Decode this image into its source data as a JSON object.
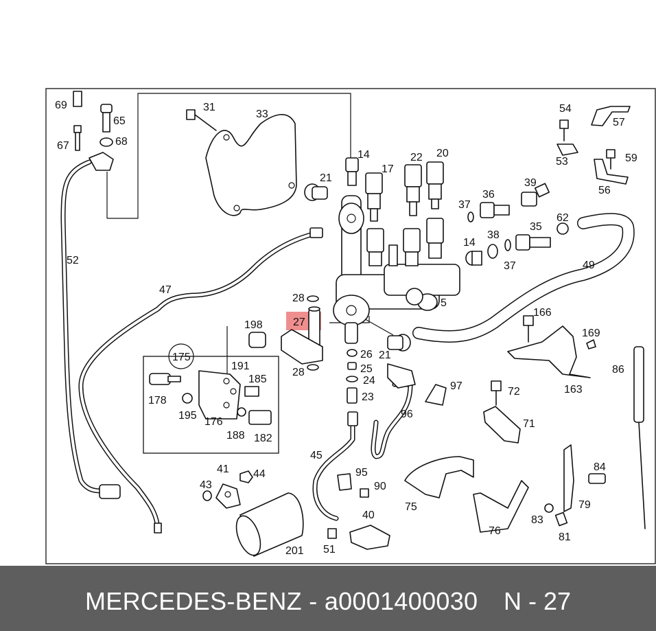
{
  "diagram": {
    "highlight_color": "#ef8e8e",
    "highlighted_part": "27",
    "labels": [
      {
        "id": "l69",
        "text": "69"
      },
      {
        "id": "l65",
        "text": "65"
      },
      {
        "id": "l67",
        "text": "67"
      },
      {
        "id": "l68",
        "text": "68"
      },
      {
        "id": "l31",
        "text": "31"
      },
      {
        "id": "l33",
        "text": "33"
      },
      {
        "id": "l14a",
        "text": "14"
      },
      {
        "id": "l21a",
        "text": "21"
      },
      {
        "id": "l17",
        "text": "17"
      },
      {
        "id": "l22",
        "text": "22"
      },
      {
        "id": "l20",
        "text": "20"
      },
      {
        "id": "l54",
        "text": "54"
      },
      {
        "id": "l57",
        "text": "57"
      },
      {
        "id": "l53",
        "text": "53"
      },
      {
        "id": "l59",
        "text": "59"
      },
      {
        "id": "l56",
        "text": "56"
      },
      {
        "id": "l36",
        "text": "36"
      },
      {
        "id": "l39",
        "text": "39"
      },
      {
        "id": "l37a",
        "text": "37"
      },
      {
        "id": "l62",
        "text": "62"
      },
      {
        "id": "l52",
        "text": "52"
      },
      {
        "id": "l14b",
        "text": "14"
      },
      {
        "id": "l38",
        "text": "38"
      },
      {
        "id": "l35",
        "text": "35"
      },
      {
        "id": "l37b",
        "text": "37"
      },
      {
        "id": "l49",
        "text": "49"
      },
      {
        "id": "l47",
        "text": "47"
      },
      {
        "id": "l28a",
        "text": "28"
      },
      {
        "id": "l5",
        "text": "5"
      },
      {
        "id": "l27",
        "text": "27"
      },
      {
        "id": "l198",
        "text": "198"
      },
      {
        "id": "l166",
        "text": "166"
      },
      {
        "id": "l169",
        "text": "169"
      },
      {
        "id": "l21b",
        "text": "21"
      },
      {
        "id": "l26",
        "text": "26"
      },
      {
        "id": "l175",
        "text": "175"
      },
      {
        "id": "l191",
        "text": "191"
      },
      {
        "id": "l25",
        "text": "25"
      },
      {
        "id": "l28b",
        "text": "28"
      },
      {
        "id": "l185",
        "text": "185"
      },
      {
        "id": "l24",
        "text": "24"
      },
      {
        "id": "l86",
        "text": "86"
      },
      {
        "id": "l178",
        "text": "178"
      },
      {
        "id": "l97",
        "text": "97"
      },
      {
        "id": "l163",
        "text": "163"
      },
      {
        "id": "l23",
        "text": "23"
      },
      {
        "id": "l72",
        "text": "72"
      },
      {
        "id": "l195",
        "text": "195"
      },
      {
        "id": "l176",
        "text": "176"
      },
      {
        "id": "l96",
        "text": "96"
      },
      {
        "id": "l71",
        "text": "71"
      },
      {
        "id": "l188",
        "text": "188"
      },
      {
        "id": "l182",
        "text": "182"
      },
      {
        "id": "l45",
        "text": "45"
      },
      {
        "id": "l84",
        "text": "84"
      },
      {
        "id": "l41",
        "text": "41"
      },
      {
        "id": "l44",
        "text": "44"
      },
      {
        "id": "l95",
        "text": "95"
      },
      {
        "id": "l43",
        "text": "43"
      },
      {
        "id": "l90",
        "text": "90"
      },
      {
        "id": "l79",
        "text": "79"
      },
      {
        "id": "l75",
        "text": "75"
      },
      {
        "id": "l40",
        "text": "40"
      },
      {
        "id": "l83",
        "text": "83"
      },
      {
        "id": "l76",
        "text": "76"
      },
      {
        "id": "l81",
        "text": "81"
      },
      {
        "id": "l201",
        "text": "201"
      },
      {
        "id": "l51",
        "text": "51"
      }
    ]
  },
  "footer": {
    "title": "MERCEDES-BENZ - a0001400030",
    "ref": "N - 27",
    "background": "#5e5e5e"
  }
}
